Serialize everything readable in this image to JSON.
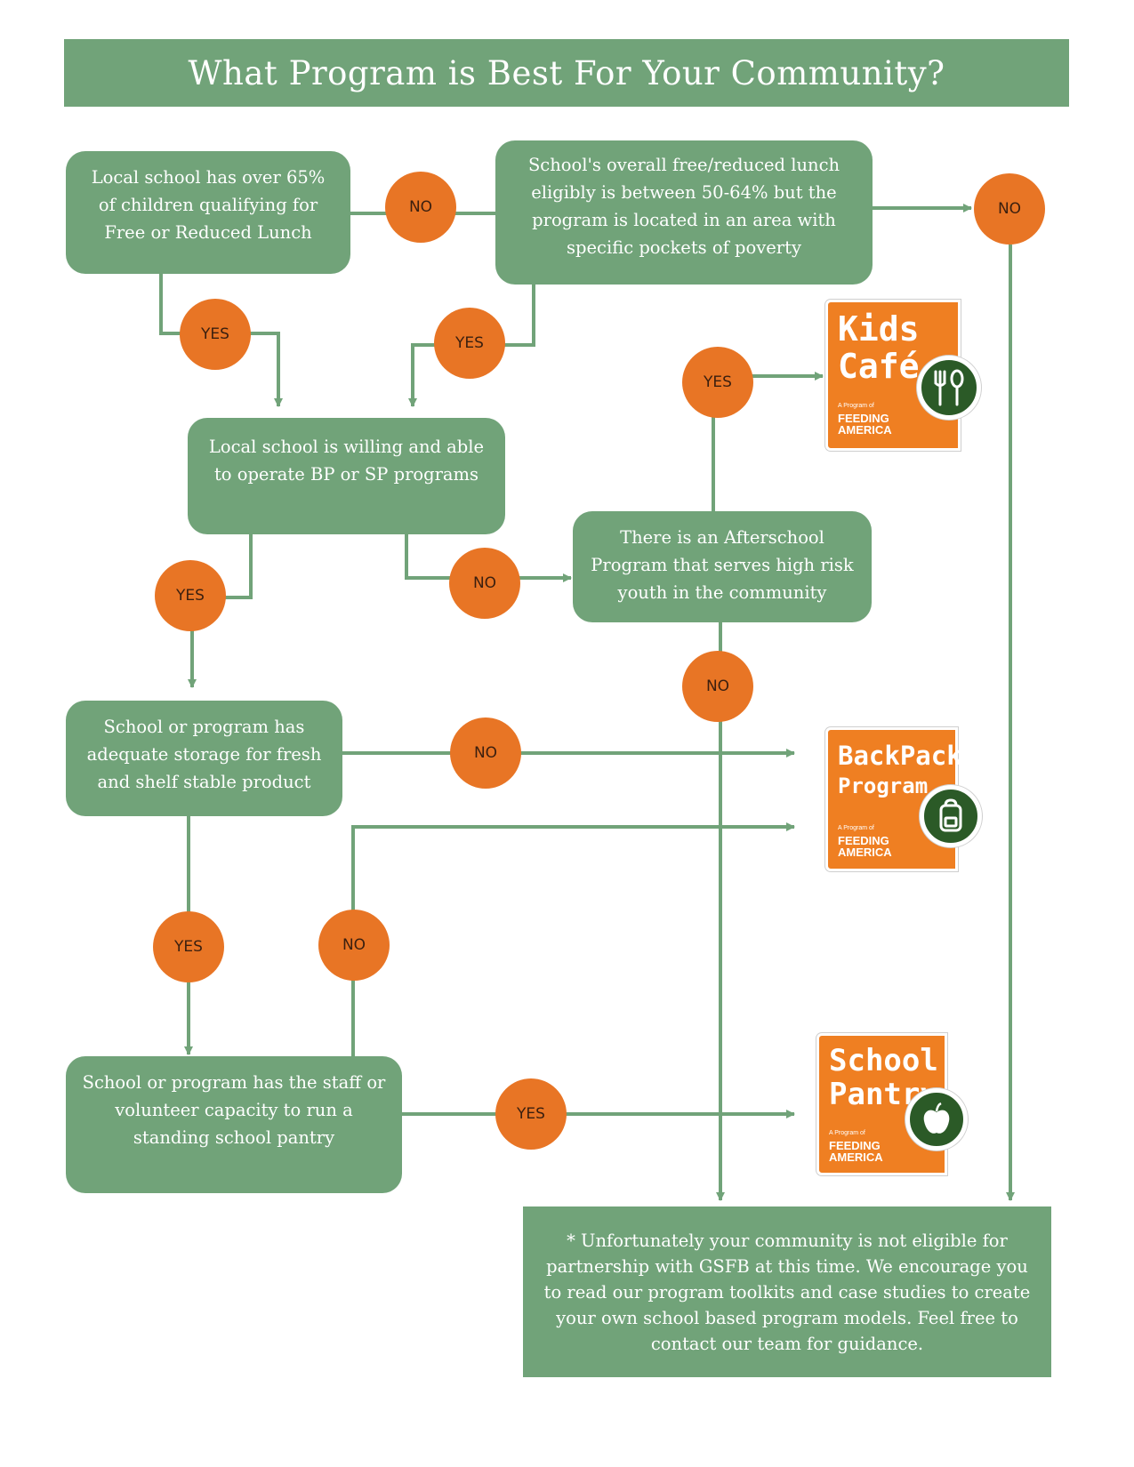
{
  "title": "What Program is Best For Your Community?",
  "colors": {
    "box": "#71a379",
    "circle": "#e87525",
    "logo_orange": "#ef7f22",
    "logo_badge": "#2b5a27"
  },
  "nodes": {
    "q_free_lunch": [
      "Local school has over 65%",
      "of children qualifying for",
      "Free or Reduced Lunch"
    ],
    "q_pockets": [
      "School's overall free/reduced lunch",
      "eligibly is between 50-64% but the",
      "program is located in an area with",
      "specific pockets of poverty"
    ],
    "q_willing": [
      "Local school is willing and able",
      "to operate BP or SP programs"
    ],
    "q_afterschool": [
      "There is an Afterschool",
      "Program that serves high risk",
      "youth in the community"
    ],
    "q_storage": [
      "School or program has",
      "adequate storage for fresh",
      "and shelf stable product"
    ],
    "q_staff": [
      "School or program has the staff or",
      "volunteer capacity to run a",
      "standing school pantry"
    ]
  },
  "answers": {
    "yes": "YES",
    "no": "NO"
  },
  "logos": {
    "kids_cafe": {
      "line1": "Kids",
      "line2": "Café",
      "sub": "A Program of",
      "org1": "FEEDING",
      "org2": "AMERICA",
      "icon": "fork-knife-spoon-icon"
    },
    "backpack": {
      "line1": "BackPack",
      "line2": "Program",
      "sub": "A Program of",
      "org1": "FEEDING",
      "org2": "AMERICA",
      "icon": "backpack-icon"
    },
    "school_pantry": {
      "line1": "School",
      "line2": "Pantry",
      "sub": "A Program of",
      "org1": "FEEDING",
      "org2": "AMERICA",
      "icon": "apple-icon"
    }
  },
  "note": "* Unfortunately your community is not eligible for partnership with GSFB at this time. We encourage you to read our program toolkits and case studies to create your own school based program models. Feel free to contact our team for guidance."
}
